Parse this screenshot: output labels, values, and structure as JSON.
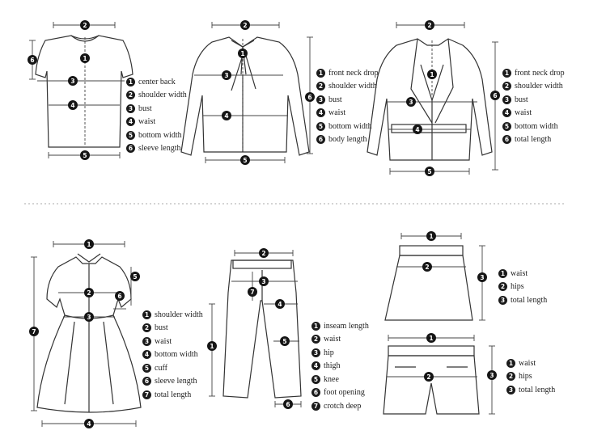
{
  "panels": [
    {
      "id": "top",
      "legend": [
        {
          "n": "1",
          "label": "center back"
        },
        {
          "n": "2",
          "label": "shoulder width"
        },
        {
          "n": "3",
          "label": "bust"
        },
        {
          "n": "4",
          "label": "waist"
        },
        {
          "n": "5",
          "label": "bottom width"
        },
        {
          "n": "6",
          "label": "sleeve length"
        }
      ]
    },
    {
      "id": "blouse",
      "legend": [
        {
          "n": "1",
          "label": "front neck drop"
        },
        {
          "n": "2",
          "label": "shoulder width"
        },
        {
          "n": "3",
          "label": "bust"
        },
        {
          "n": "4",
          "label": "waist"
        },
        {
          "n": "5",
          "label": "bottom width"
        },
        {
          "n": "6",
          "label": "body length"
        }
      ]
    },
    {
      "id": "coat",
      "legend": [
        {
          "n": "1",
          "label": "front neck drop"
        },
        {
          "n": "2",
          "label": "shoulder width"
        },
        {
          "n": "3",
          "label": "bust"
        },
        {
          "n": "4",
          "label": "waist"
        },
        {
          "n": "5",
          "label": "bottom width"
        },
        {
          "n": "6",
          "label": "total length"
        }
      ]
    },
    {
      "id": "dress",
      "legend": [
        {
          "n": "1",
          "label": "shoulder width"
        },
        {
          "n": "2",
          "label": "bust"
        },
        {
          "n": "3",
          "label": "waist"
        },
        {
          "n": "4",
          "label": "bottom width"
        },
        {
          "n": "5",
          "label": "cuff"
        },
        {
          "n": "6",
          "label": "sleeve length"
        },
        {
          "n": "7",
          "label": "total length"
        }
      ]
    },
    {
      "id": "pants",
      "legend": [
        {
          "n": "1",
          "label": "inseam length"
        },
        {
          "n": "2",
          "label": "waist"
        },
        {
          "n": "3",
          "label": "hip"
        },
        {
          "n": "4",
          "label": "thigh"
        },
        {
          "n": "5",
          "label": "knee"
        },
        {
          "n": "6",
          "label": "foot opening"
        },
        {
          "n": "7",
          "label": "crotch deep"
        }
      ]
    },
    {
      "id": "skirt",
      "legend": [
        {
          "n": "1",
          "label": "waist"
        },
        {
          "n": "2",
          "label": "hips"
        },
        {
          "n": "3",
          "label": "total length"
        }
      ]
    },
    {
      "id": "shorts",
      "legend": [
        {
          "n": "1",
          "label": "waist"
        },
        {
          "n": "2",
          "label": "hips"
        },
        {
          "n": "3",
          "label": "total length"
        }
      ]
    }
  ]
}
